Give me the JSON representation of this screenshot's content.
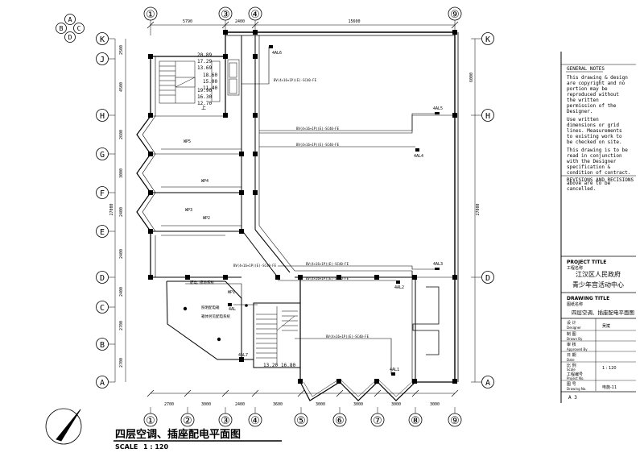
{
  "drawing": {
    "title": "四层空调、插座配电平面图",
    "scale_label": "SCALE",
    "scale_value": "1 : 120"
  },
  "compass_letters": [
    "A",
    "B",
    "C",
    "D"
  ],
  "grid_top": [
    "①",
    "③",
    "④",
    "⑨"
  ],
  "grid_bottom": [
    "①",
    "②",
    "③",
    "④",
    "⑤",
    "⑥",
    "⑦",
    "⑧",
    "⑨"
  ],
  "grid_left": [
    "K",
    "J",
    "H",
    "G",
    "F",
    "E",
    "D",
    "C",
    "B",
    "A"
  ],
  "grid_right": [
    "K",
    "H",
    "D",
    "A"
  ],
  "dims_top": [
    "5790",
    "2400",
    "15600"
  ],
  "dims_bottom": [
    "2700",
    "3000",
    "2400",
    "3600",
    "3000",
    "3000",
    "3000",
    "3000"
  ],
  "dims_left": [
    "2500",
    "4500",
    "2600",
    "3000",
    "2400",
    "2400",
    "2400",
    "2700",
    "2700"
  ],
  "dims_right": [
    "6000",
    "27000"
  ],
  "dims_left_total": "27000",
  "elevations": {
    "stair_left": [
      "20.89",
      "17.29",
      "13.69",
      "19.90",
      "16.30",
      "12.70"
    ],
    "stair_mid": [
      "18.60",
      "15.00",
      "11.40"
    ],
    "stair_bottom": [
      "13.20",
      "16.80"
    ],
    "up_label": "上"
  },
  "panels": [
    "4AL6",
    "4AL5",
    "4AL4",
    "4AL3",
    "4AL2",
    "4AL1",
    "4AL7",
    "4AL"
  ],
  "wp_labels": [
    "WP5",
    "WP4",
    "WP3",
    "WP2",
    "WP1"
  ],
  "circuit_labels": [
    "BV(4×16+1P)(E)-SC40-FE",
    "BV(4×16+1P)(E)-SC40-FE",
    "BV(4×16+1P)(E)-SC40-FE",
    "BV(4×16+1P)(E)-SC40-FE",
    "BV(4×16+1P)(E)-SC40-FE",
    "BV(4×16+1P)(E)-SC40-FE",
    "BV(4×16+1P)(E)-SC40-FE"
  ],
  "room_note": [
    "照明配电箱",
    "箱体另见配电系统"
  ],
  "room_note_extra": "配电, 接地系统",
  "title_block": {
    "general_notes_heading": "GENERAL NOTES",
    "notes": [
      "This drawing & design",
      "are copyright and no",
      "portion may be",
      "reproduced without",
      "the written",
      "permission of the",
      "Designer.",
      "",
      "Use written",
      "dimensions or grid",
      "lines. Measurements",
      "to existing work to",
      "be checked on site.",
      "",
      "This drawing is to be",
      "read in conjunction",
      "with the Designer",
      "specification &",
      "condition of contract."
    ],
    "revisions_heading": "REVISIONS AND RECISIONS",
    "revisions_note": [
      "above are to be",
      "cancelled."
    ],
    "project_title_label": "PROJECT TITLE",
    "project_title_cn_label": "工程名称",
    "project_name": [
      "江汉区人民政府",
      "青少年宫活动中心"
    ],
    "drawing_title_label": "DRAWING TITLE",
    "drawing_title_cn_label": "图纸名称",
    "drawing_name": "四层空调、插座配电平面图",
    "rows": [
      {
        "cn": "设 计",
        "en": "Designer",
        "value": "吴斌"
      },
      {
        "cn": "制 图",
        "en": "Drawn By",
        "value": ""
      },
      {
        "cn": "审 核",
        "en": "Approved By",
        "value": ""
      },
      {
        "cn": "日 期",
        "en": "Date",
        "value": ""
      },
      {
        "cn": "比 例",
        "en": "Scale",
        "value": "1 : 120"
      },
      {
        "cn": "工程编号",
        "en": "Project No.",
        "value": ""
      },
      {
        "cn": "图 号",
        "en": "Drawing No.",
        "value": "电施-11"
      }
    ],
    "sheet_size": "A 3"
  }
}
